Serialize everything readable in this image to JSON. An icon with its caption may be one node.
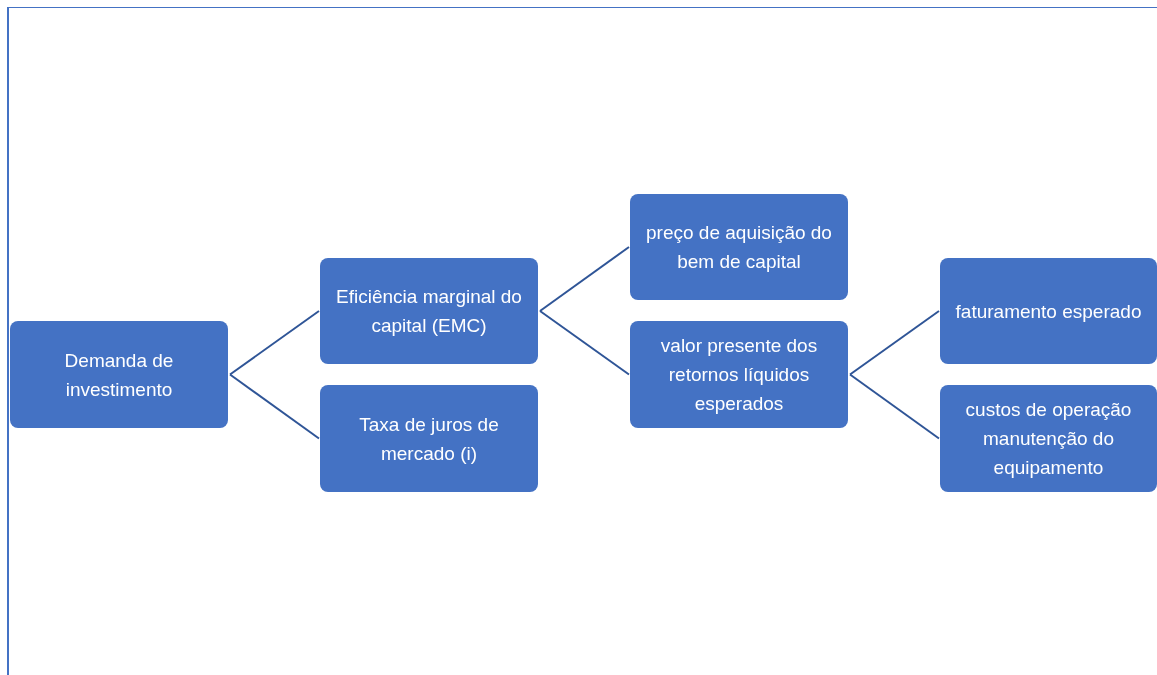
{
  "diagram": {
    "nodes": [
      {
        "text": [
          "Demanda de investimento"
        ]
      },
      {
        "text": [
          "Eficiência marginal do capital (EMC)"
        ]
      },
      {
        "text": [
          "Taxa de juros de mercado (i)"
        ]
      },
      {
        "text": [
          "preço de aquisição do bem de capital"
        ]
      },
      {
        "text": [
          "valor presente dos retornos líquidos esperados"
        ]
      },
      {
        "text": [
          "faturamento esperado"
        ]
      },
      {
        "text": [
          "custos de operação manutenção do equipamento"
        ]
      }
    ],
    "edges": [
      {
        "from": 0,
        "to": 1,
        "arrow": "none"
      },
      {
        "from": 0,
        "to": 2,
        "arrow": "none"
      },
      {
        "from": 1,
        "to": 3,
        "arrow": "none"
      },
      {
        "from": 1,
        "to": 4,
        "arrow": "none"
      },
      {
        "from": 4,
        "to": 5,
        "arrow": "none"
      },
      {
        "from": 4,
        "to": 6,
        "arrow": "none"
      }
    ]
  }
}
